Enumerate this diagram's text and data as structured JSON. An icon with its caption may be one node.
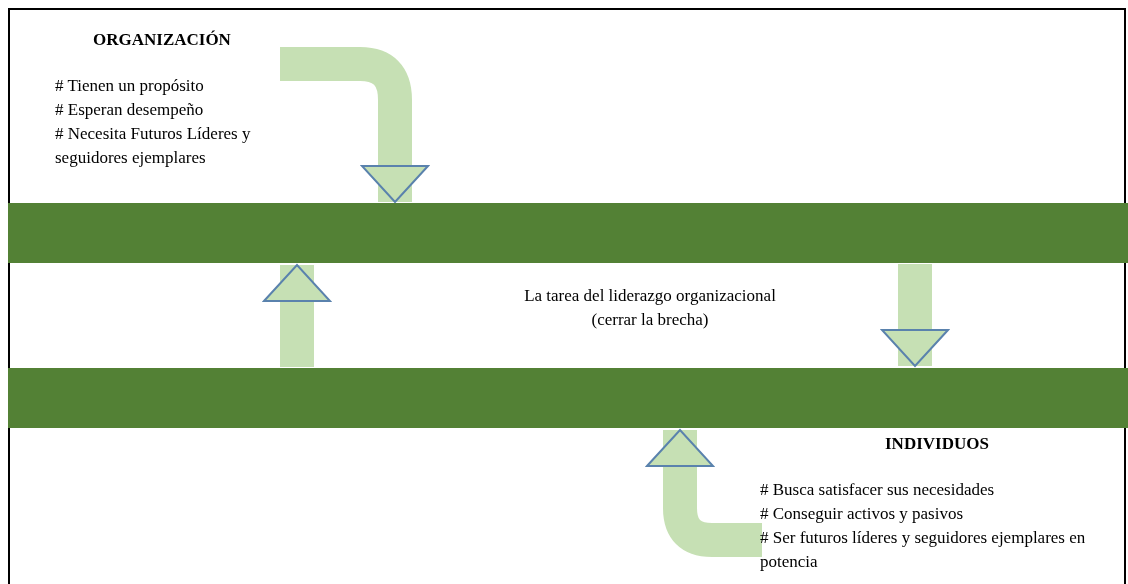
{
  "diagram": {
    "nodes": [
      {
        "text": [
          "ORGANIZACIÓN",
          "# Tienen un propósito",
          "# Esperan desempeño",
          "# Necesita Futuros Líderes y seguidores ejemplares"
        ]
      },
      {
        "text": [],
        "shape": "bar"
      },
      {
        "text": [
          "La tarea del liderazgo organizacional (cerrar la brecha)"
        ]
      },
      {
        "text": [],
        "shape": "bar"
      },
      {
        "text": [
          "INDIVIDUOS",
          "# Busca satisfacer sus necesidades",
          "# Conseguir activos y pasivos",
          "# Ser futuros líderes y seguidores ejemplares en potencia"
        ]
      }
    ],
    "edges": [
      {
        "from": 0,
        "to": 1,
        "arrow": "to"
      },
      {
        "from": 3,
        "to": 1,
        "arrow": "to"
      },
      {
        "from": 1,
        "to": 3,
        "arrow": "to"
      },
      {
        "from": 4,
        "to": 3,
        "arrow": "to"
      }
    ]
  }
}
